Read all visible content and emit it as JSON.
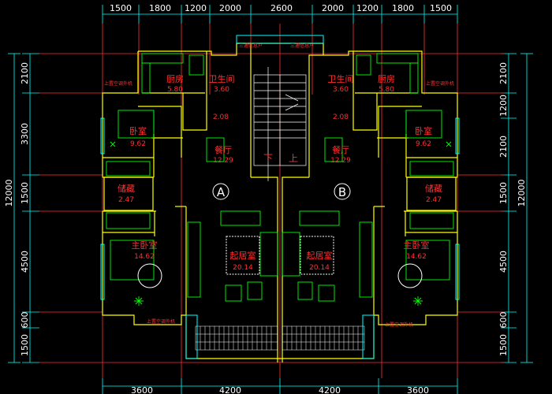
{
  "colors": {
    "background": "#000000",
    "wall": "#ffff00",
    "furniture": "#00ff00",
    "dimension_line": "#00ffff",
    "axis_line": "#ff3030",
    "room_text": "#ff3030",
    "dim_text": "#ffffff",
    "fixture": "#ff00ff",
    "glass": "#00ffff"
  },
  "dimensions": {
    "top": [
      "1500",
      "1800",
      "1200",
      "2000",
      "2600",
      "2000",
      "1200",
      "1800",
      "1500"
    ],
    "bottom": [
      "3600",
      "4200",
      "4200",
      "3600"
    ],
    "left": [
      "2100",
      "3300",
      "1500",
      "4500",
      "600",
      "1500"
    ],
    "right": [
      "2100",
      "1200",
      "2100",
      "1500",
      "4500",
      "600",
      "1500"
    ],
    "left_total": "12000",
    "right_total": "12000"
  },
  "axis_labels": [
    "A",
    "B"
  ],
  "rooms": {
    "kitchen_l": {
      "name": "厨房",
      "area": "5.80"
    },
    "bath_l": {
      "name": "卫生间",
      "area": "3.60"
    },
    "bath_l2": {
      "area": "2.08"
    },
    "bedroom_l": {
      "name": "卧室",
      "area": "9.62"
    },
    "dining_l": {
      "name": "餐厅",
      "area": "12.29"
    },
    "storage_l": {
      "name": "储藏",
      "area": "2.47"
    },
    "master_l": {
      "name": "主卧室",
      "area": "14.62"
    },
    "living_l": {
      "name": "起居室",
      "area": "20.14"
    },
    "kitchen_r": {
      "name": "厨房",
      "area": "5.80"
    },
    "bath_r": {
      "name": "卫生间",
      "area": "3.60"
    },
    "bath_r2": {
      "area": "2.08"
    },
    "bedroom_r": {
      "name": "卧室",
      "area": "9.62"
    },
    "dining_r": {
      "name": "餐厅",
      "area": "12.29"
    },
    "storage_r": {
      "name": "储藏",
      "area": "2.47"
    },
    "master_r": {
      "name": "主卧室",
      "area": "14.62"
    },
    "living_r": {
      "name": "起居室",
      "area": "20.14"
    }
  },
  "stair": {
    "down": "下",
    "up": "上"
  },
  "notes": {
    "top_left": "上置空调外机",
    "top_right": "上置空调外机",
    "bottom_left": "上置空调外机",
    "bottom_right": "上置空调外机",
    "hall_l": "三通信息户",
    "hall_r": "三通信息户"
  }
}
